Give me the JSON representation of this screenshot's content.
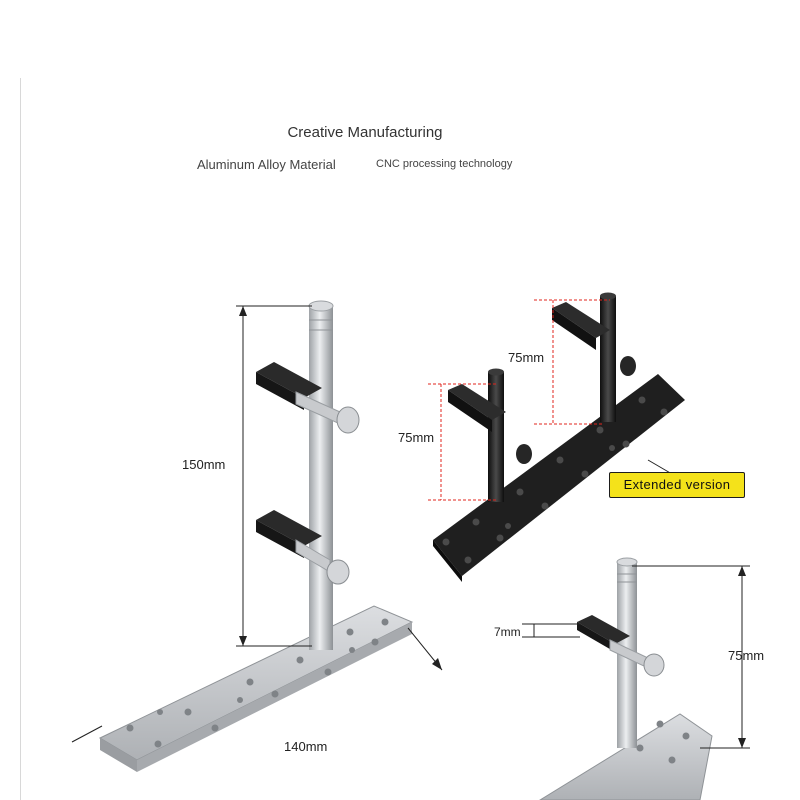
{
  "header": {
    "title": "Creative Manufacturing",
    "feature_1": "Aluminum Alloy Material",
    "feature_2": "CNC processing technology"
  },
  "dimensions": {
    "main_height": "150mm",
    "base_length": "140mm",
    "ext_spacing_front": "75mm",
    "ext_spacing_rear": "75mm",
    "detail_height": "75mm",
    "detail_thickness": "7mm"
  },
  "badge": {
    "label": "Extended version",
    "color": "#f4e21a"
  },
  "colors": {
    "aluminum": "#c9cbce",
    "black_part": "#1f1f1f",
    "dimension_red": "#e0241c"
  }
}
